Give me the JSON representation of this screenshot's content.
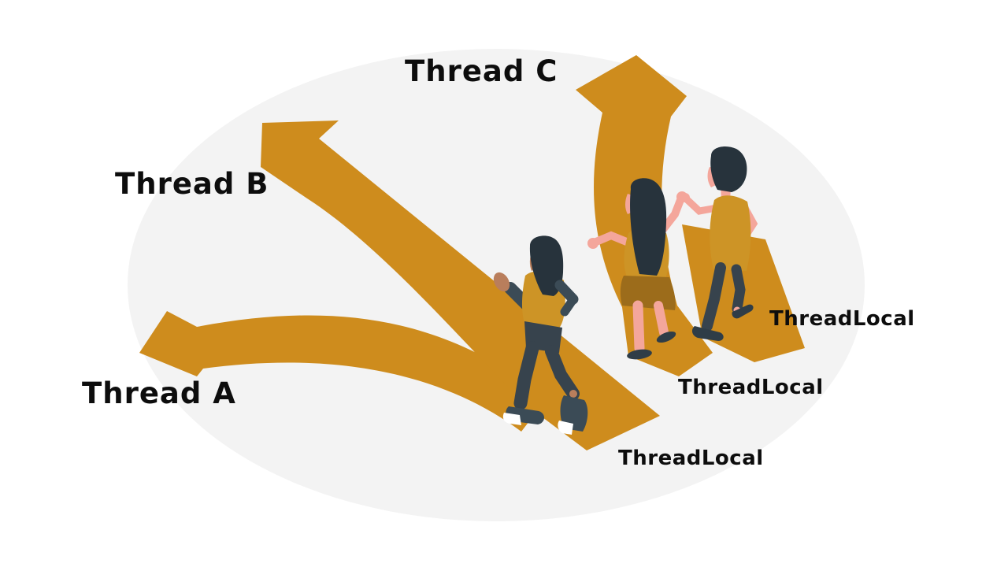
{
  "scene": {
    "background_color": "#ffffff",
    "ellipse_color": "#f3f3f3",
    "arrow_color": "#ce8c1d",
    "text_color": "#0d0d0d"
  },
  "arrows": {
    "thread_a_label": "Thread A",
    "thread_b_label": "Thread B",
    "thread_c_label": "Thread C"
  },
  "threadlocal_labels": [
    {
      "text": "ThreadLocal"
    },
    {
      "text": "ThreadLocal"
    },
    {
      "text": "ThreadLocal"
    }
  ],
  "figures": {
    "person_1": "woman-long-hair-walking",
    "person_2": "woman-skirt-gesturing",
    "person_3": "woman-bob-hair-standing"
  },
  "palette": {
    "skin_dark": "#b97e5c",
    "skin_light": "#f4a69b",
    "hair": "#27333c",
    "clothes_slate": "#3b4b56",
    "pants_slate": "#37434d",
    "vest": "#cd9426",
    "skirt": "#9c6c1b",
    "shoe": "#2f3d47",
    "sole": "#ffffff"
  }
}
